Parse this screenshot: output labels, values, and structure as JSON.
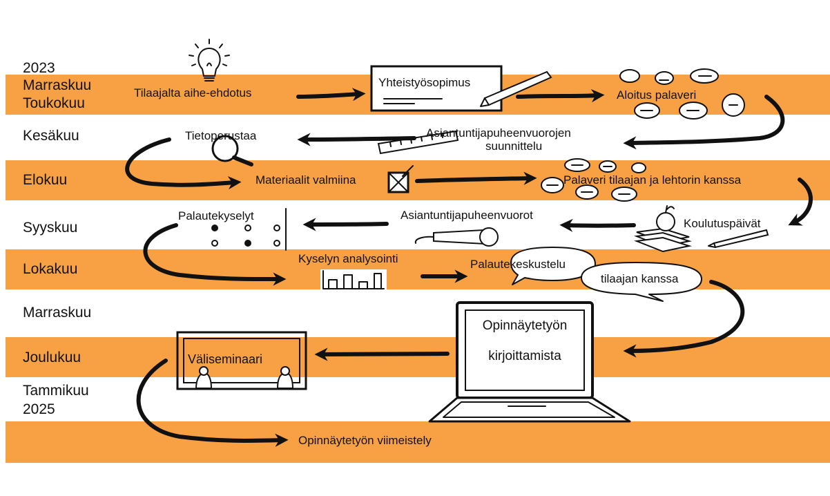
{
  "colors": {
    "band": "#F7A144",
    "ink": "#111111",
    "paper": "#FFFFFF"
  },
  "timeline": {
    "year_start": "2023",
    "year_end": "2025",
    "months": {
      "marraskuu_2023": "Marraskuu",
      "toukokuu": "Toukokuu",
      "kesakuu": "Kesäkuu",
      "elokuu": "Elokuu",
      "syyskuu": "Syyskuu",
      "lokakuu": "Lokakuu",
      "marraskuu": "Marraskuu",
      "joulukuu": "Joulukuu",
      "tammikuu": "Tammikuu"
    }
  },
  "steps": {
    "aihe_ehdotus": "Tilaajalta aihe-ehdotus",
    "yhteistyosopimus": "Yhteistyösopimus",
    "aloitus_palaveri": "Aloitus palaveri",
    "asiantuntija_suunnittelu_1": "Asiantuntijapuheenvuorojen",
    "asiantuntija_suunnittelu_2": "suunnittelu",
    "tietoperusta": "Tietoperustaa",
    "materiaalit": "Materiaalit valmiina",
    "palaveri_tilaaja": "Palaveri tilaajan ja lehtorin kanssa",
    "koulutuspaivat": "Koulutuspäivät",
    "asiantuntijapuheenvuorot": "Asiantuntijapuheenvuorot",
    "palautekyselyt": "Palautekyselyt",
    "kyselyn_analysointi": "Kyselyn analysointi",
    "palautekeskustelu": "Palautekeskustelu",
    "tilaajan_kanssa": "tilaajan kanssa",
    "opinnaytetyon_kirjoittamista_1": "Opinnäytetyön",
    "opinnaytetyon_kirjoittamista_2": "kirjoittamista",
    "valiseminaari": "Väliseminaari",
    "viimeistely": "Opinnäytetyön viimeistely"
  },
  "icons": [
    "lightbulb-icon",
    "contract-icon",
    "pen-icon",
    "speech-bubbles-icon",
    "ruler-icon",
    "magnifier-icon",
    "checkbox-icon",
    "microphone-icon",
    "books-apple-icon",
    "pencil-icon",
    "questionnaire-icon",
    "bar-chart-icon",
    "speech-bubble-icon",
    "laptop-icon",
    "presentation-board-icon"
  ]
}
